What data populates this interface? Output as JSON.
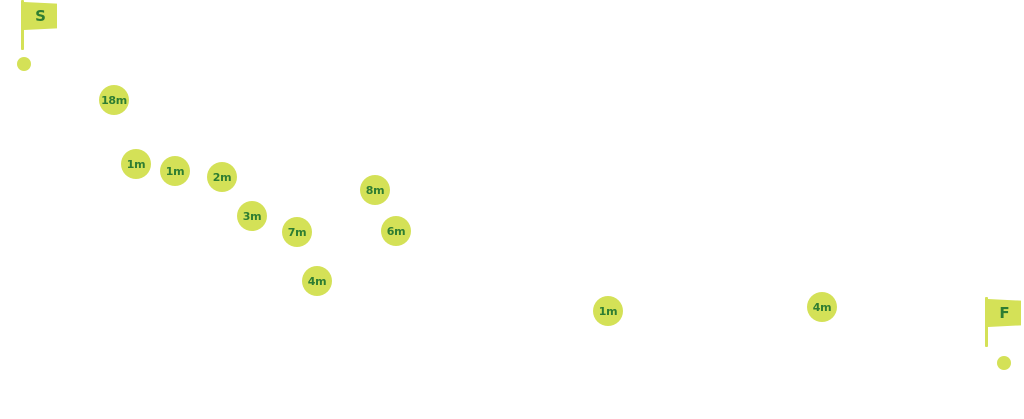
{
  "colors": {
    "marker_fill": "#d4e157",
    "marker_text": "#2e7d32",
    "flag_fill": "#d4e157",
    "flag_text": "#2e7d32",
    "pole": "#d4e157"
  },
  "start_flag": {
    "label": "S",
    "icon": "start-flag-icon"
  },
  "finish_flag": {
    "label": "F",
    "icon": "finish-flag-icon"
  },
  "markers": [
    {
      "label": "18m"
    },
    {
      "label": "1m"
    },
    {
      "label": "1m"
    },
    {
      "label": "2m"
    },
    {
      "label": "3m"
    },
    {
      "label": "7m"
    },
    {
      "label": "4m"
    },
    {
      "label": "8m"
    },
    {
      "label": "6m"
    },
    {
      "label": "1m"
    },
    {
      "label": "4m"
    }
  ]
}
